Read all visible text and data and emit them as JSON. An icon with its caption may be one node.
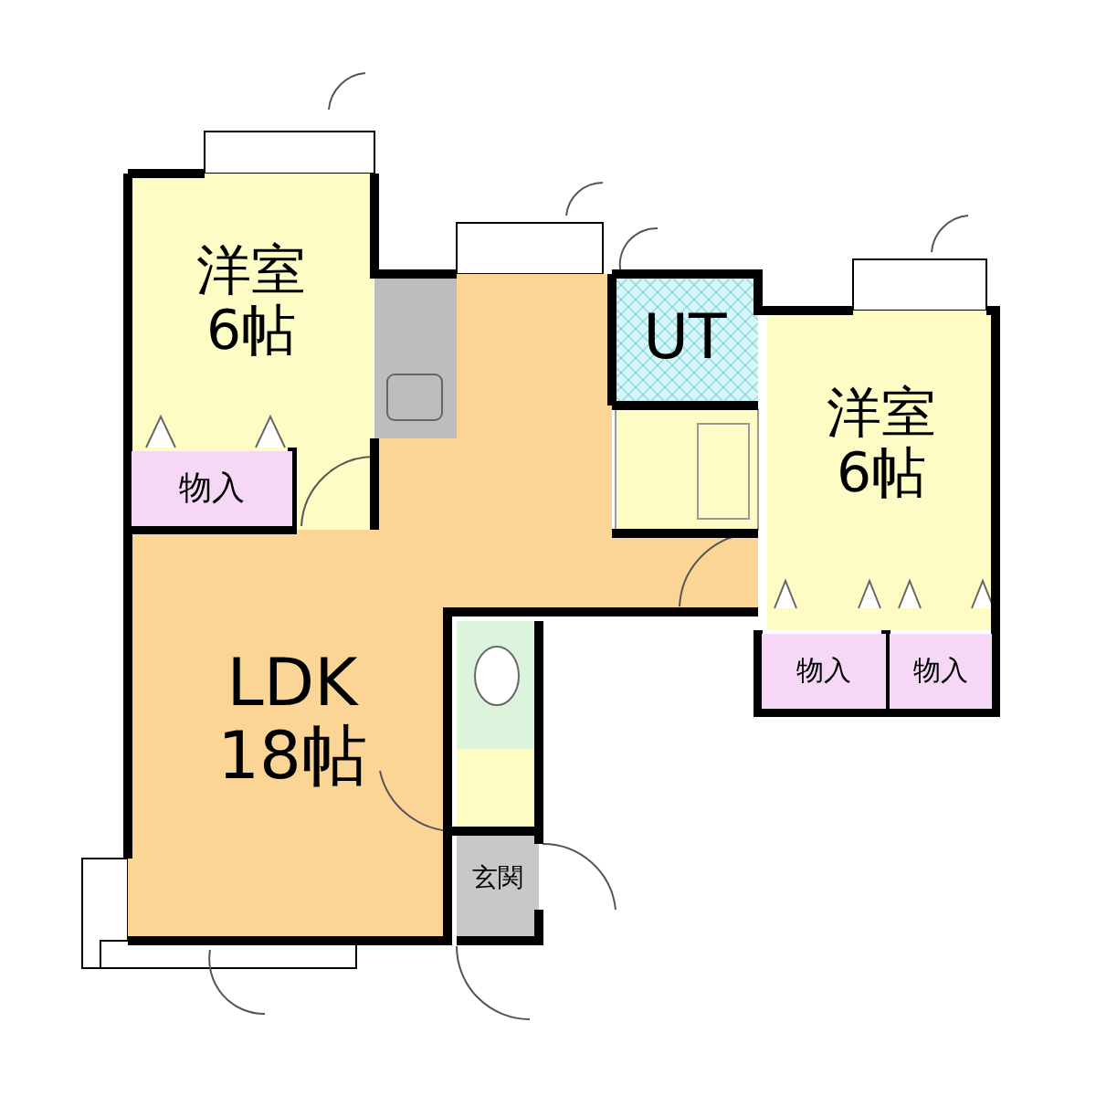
{
  "diagram": {
    "nodes": [
      {
        "text": [
          "洋室6帖"
        ]
      },
      {
        "text": [
          "UT"
        ]
      },
      {
        "text": [
          "物入"
        ]
      },
      {
        "text": [
          "洋室6帖"
        ]
      },
      {
        "text": [
          "LDK18帖"
        ]
      },
      {
        "text": [
          "物入"
        ]
      },
      {
        "text": [
          "物入"
        ]
      },
      {
        "text": [
          "玄関"
        ]
      }
    ]
  }
}
